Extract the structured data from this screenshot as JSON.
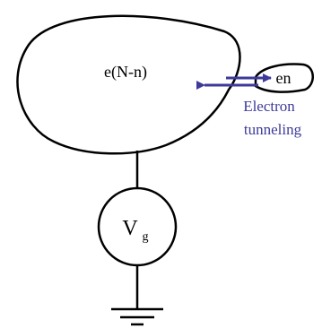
{
  "diagram": {
    "island_label": "e(N-n)",
    "electrode_label": "en",
    "tunneling_label_line1": "Electron",
    "tunneling_label_line2": "tunneling",
    "gate_symbol": "V",
    "gate_subscript": "g"
  },
  "colors": {
    "stroke": "#000000",
    "arrow": "#3d3a99",
    "tunneling_text": "#3d3a99"
  }
}
